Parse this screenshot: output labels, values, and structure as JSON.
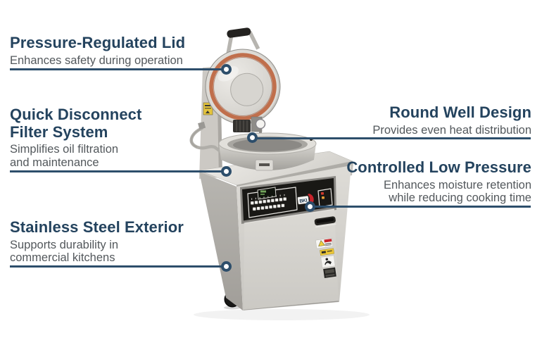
{
  "colors": {
    "accent_navy": "#2d4e6b",
    "title_navy": "#24435e",
    "subtitle_gray": "#53585c",
    "gasket_orange": "#c06f4c",
    "logo_red": "#c8242b"
  },
  "callouts": [
    {
      "title": "Pressure-Regulated Lid",
      "description": "Enhances safety during operation",
      "side": "left"
    },
    {
      "title": "Quick Disconnect Filter System",
      "description": "Simplifies oil filtration and maintenance",
      "side": "left"
    },
    {
      "title": "Stainless Steel Exterior",
      "description": "Supports durability in commercial kitchens",
      "side": "left"
    },
    {
      "title": "Round Well Design",
      "description": "Provides even heat distribution",
      "side": "right"
    },
    {
      "title": "Controlled Low Pressure",
      "description": "Enhances moisture retention while reducing cooking time",
      "side": "right"
    }
  ],
  "product": {
    "logo": "BKI",
    "type": "commercial pressure fryer"
  }
}
